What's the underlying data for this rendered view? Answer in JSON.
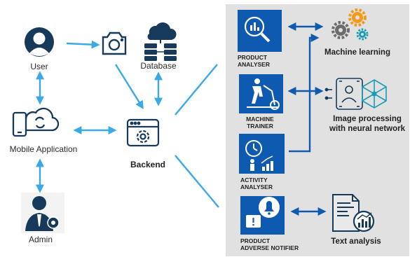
{
  "nodes": {
    "user": "User",
    "database": "Database",
    "mobile_app": "Mobile Application",
    "backend": "Backend",
    "admin": "Admin"
  },
  "modules": {
    "product_analyser": [
      "PRODUCT",
      "ANALYSER"
    ],
    "machine_trainer": [
      "MACHINE",
      "TRAINER"
    ],
    "activity_analyser": [
      "ACTIVITY",
      "ANALYSER"
    ],
    "adverse_notifier": [
      "PRODUCT",
      "ADVERSE NOTIFIER"
    ]
  },
  "technologies": {
    "machine_learning": [
      "Machine learning"
    ],
    "image_processing": [
      "Image processing",
      "with neural network"
    ],
    "text_analysis": [
      "Text analysis"
    ]
  },
  "colors": {
    "module_blue": "#0d5ab0",
    "arrow_blue": "#3aa9e6",
    "panel_gray": "#e1e1e1",
    "dark_navy": "#183a5a",
    "gear_orange": "#f39a1d",
    "gear_teal": "#1b9cb5",
    "gear_gray": "#6c6c6c"
  }
}
